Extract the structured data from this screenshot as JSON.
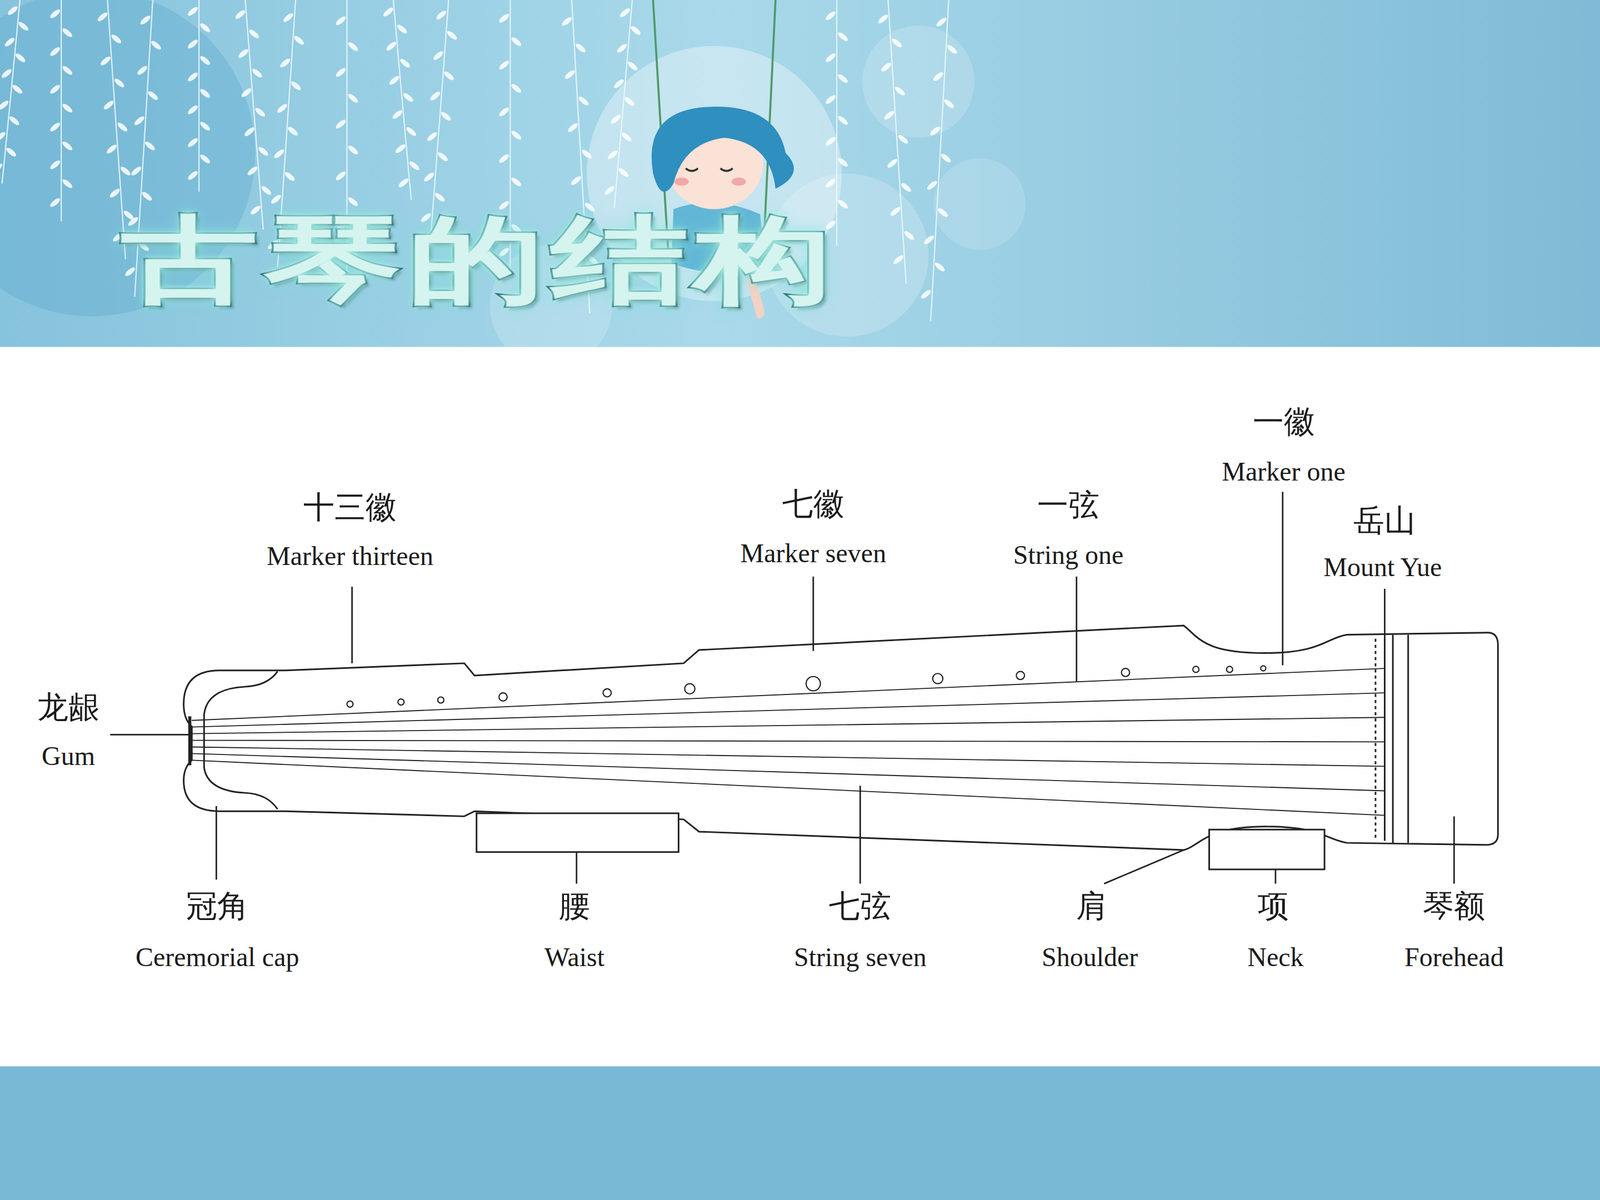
{
  "diagram": {
    "title": "古琴的结构",
    "labels": [
      "十三徽",
      "Marker thirteen",
      "七徽",
      "Marker seven",
      "一弦",
      "String one",
      "一徽",
      "Marker one",
      "岳山",
      "Mount Yue",
      "龙龈",
      "Gum",
      "冠角",
      "Ceremorial cap",
      "腰",
      "Waist",
      "七弦",
      "String seven",
      "肩",
      "Shoulder",
      "项",
      "Neck",
      "琴额",
      "Forehead"
    ]
  }
}
